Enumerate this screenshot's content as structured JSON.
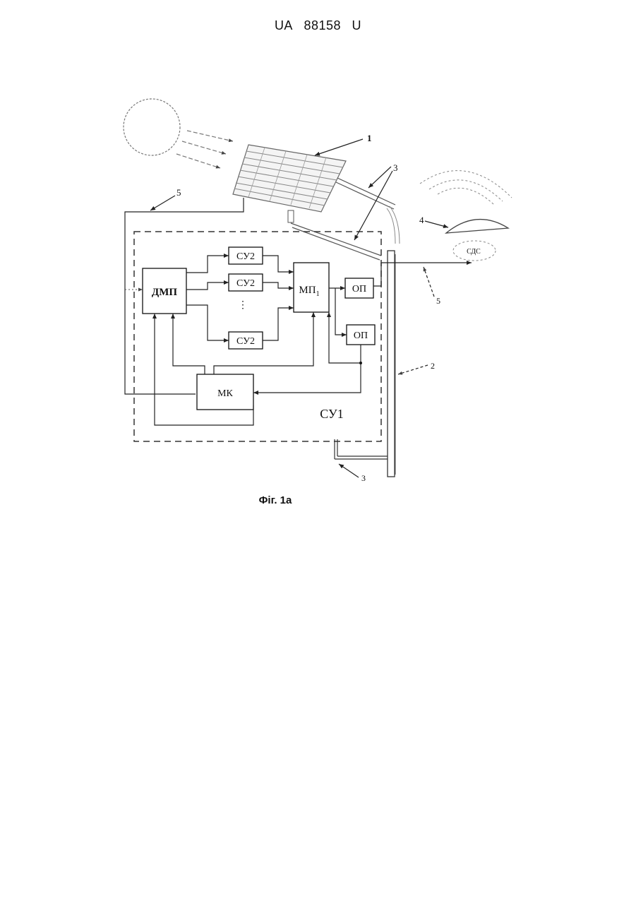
{
  "header": {
    "country": "UA",
    "number": "88158",
    "kind": "U"
  },
  "caption": "Фіг. 1а",
  "blocks": {
    "dmp": "ДМП",
    "su2_a": "СУ2",
    "su2_b": "СУ2",
    "su2_c": "СУ2",
    "mp": "МП",
    "mp_sub": "1",
    "op_a": "ОП",
    "op_b": "ОП",
    "mk": "МК",
    "su1": "СУ1",
    "sds": "СДС",
    "dots": "⋮"
  },
  "refs": {
    "r1": "1",
    "r2": "2",
    "r3_top": "3",
    "r3_bottom": "3",
    "r4": "4",
    "r5_left": "5",
    "r5_right": "5"
  }
}
